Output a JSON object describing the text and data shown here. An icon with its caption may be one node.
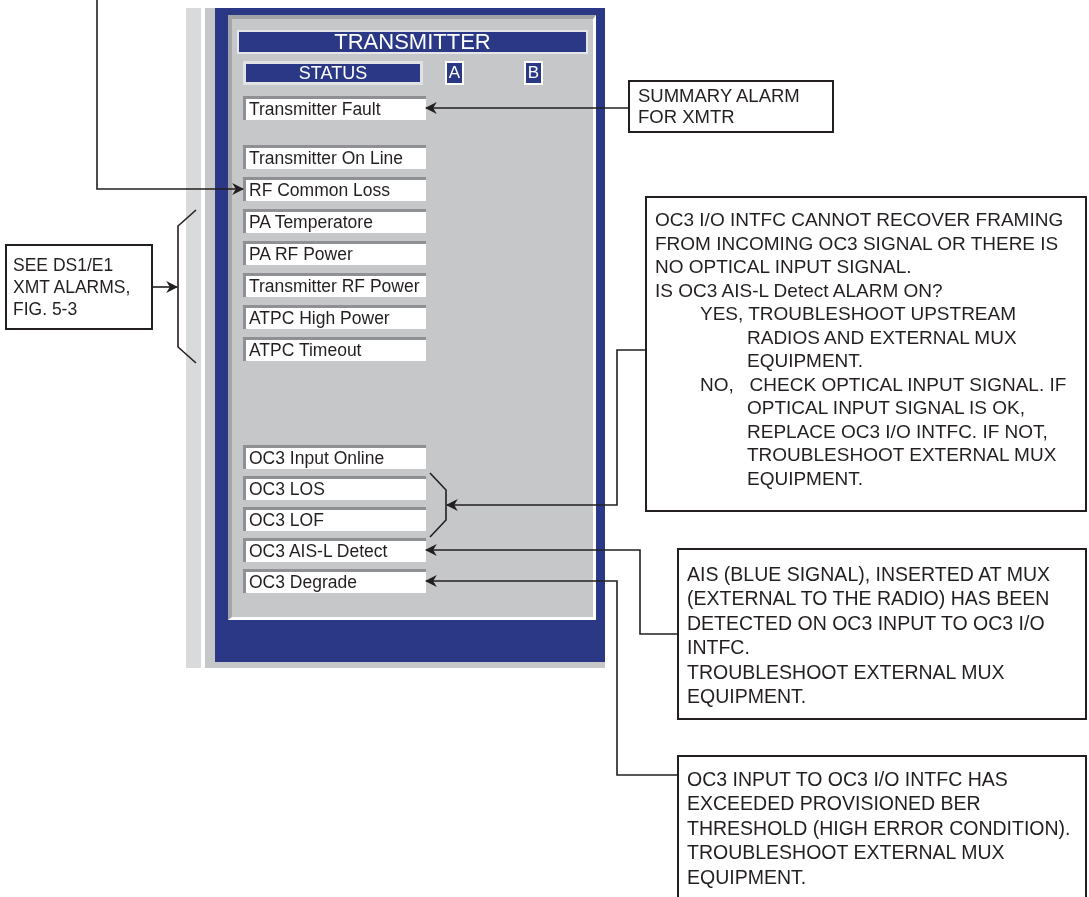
{
  "diagram": {
    "nodes": [
      {
        "text": [
          "TRANSMITTER"
        ]
      },
      {
        "text": [
          "STATUS"
        ],
        "in": 0
      },
      {
        "text": [
          "A"
        ],
        "in": 0
      },
      {
        "text": [
          "B"
        ],
        "in": 0
      },
      {
        "text": [
          "Transmitter Fault"
        ],
        "in": 0
      },
      {
        "text": [
          "Transmitter On Line"
        ],
        "in": 0
      },
      {
        "text": [
          "RF Common Loss"
        ],
        "in": 0
      },
      {
        "text": [
          "PA Temperatore"
        ],
        "in": 0
      },
      {
        "text": [
          "PA RF Power"
        ],
        "in": 0
      },
      {
        "text": [
          "Transmitter RF Power"
        ],
        "in": 0
      },
      {
        "text": [
          "ATPC High Power"
        ],
        "in": 0
      },
      {
        "text": [
          "ATPC Timeout"
        ],
        "in": 0
      },
      {
        "text": [
          "OC3 Input Online"
        ],
        "in": 0
      },
      {
        "text": [
          "OC3 LOS"
        ],
        "in": 0
      },
      {
        "text": [
          "OC3 LOF"
        ],
        "in": 0
      },
      {
        "text": [
          "OC3 AIS-L Detect"
        ],
        "in": 0
      },
      {
        "text": [
          "OC3 Degrade"
        ],
        "in": 0
      },
      {
        "text": [
          "SUMMARY ALARM FOR XMTR"
        ]
      },
      {
        "text": [
          "SEE DS1/E1 XMT ALARMS, FIG. 5-3"
        ]
      },
      {
        "text": [
          "OC3 I/O INTFC CANNOT RECOVER FRAMING FROM INCOMING OC3 SIGNAL OR THERE IS NO OPTICAL INPUT SIGNAL.",
          "IS OC3 AIS-L Detect ALARM ON?",
          "YES, TROUBLESHOOT UPSTREAM RADIOS AND EXTERNAL MUX EQUIPMENT.",
          "NO,   CHECK OPTICAL INPUT SIGNAL. IF OPTICAL INPUT SIGNAL IS OK, REPLACE OC3 I/O INTFC. IF NOT, TROUBLESHOOT EXTERNAL MUX EQUIPMENT."
        ]
      },
      {
        "text": [
          "AIS (BLUE SIGNAL), INSERTED AT MUX (EXTERNAL TO THE RADIO) HAS BEEN DETECTED ON OC3 INPUT TO OC3 I/O INTFC.",
          "TROUBLESHOOT EXTERNAL MUX EQUIPMENT."
        ]
      },
      {
        "text": [
          "OC3 INPUT TO OC3 I/O INTFC HAS EXCEEDED PROVISIONED BER THRESHOLD (HIGH ERROR CONDITION).",
          "TROUBLESHOOT EXTERNAL MUX EQUIPMENT."
        ]
      },
      {
        "text": [],
        "shape": "bracket"
      },
      {
        "text": [],
        "shape": "bracket",
        "in": 0
      }
    ],
    "edges": [
      {
        "from": null,
        "to": 6,
        "arrow": "to"
      },
      {
        "from": 17,
        "to": 4,
        "arrow": "to"
      },
      {
        "from": 18,
        "to": 22,
        "arrow": "to"
      },
      {
        "from": 19,
        "to": 23,
        "arrow": "to"
      },
      {
        "from": 20,
        "to": 15,
        "arrow": "to"
      },
      {
        "from": 21,
        "to": 16,
        "arrow": "to"
      }
    ]
  }
}
